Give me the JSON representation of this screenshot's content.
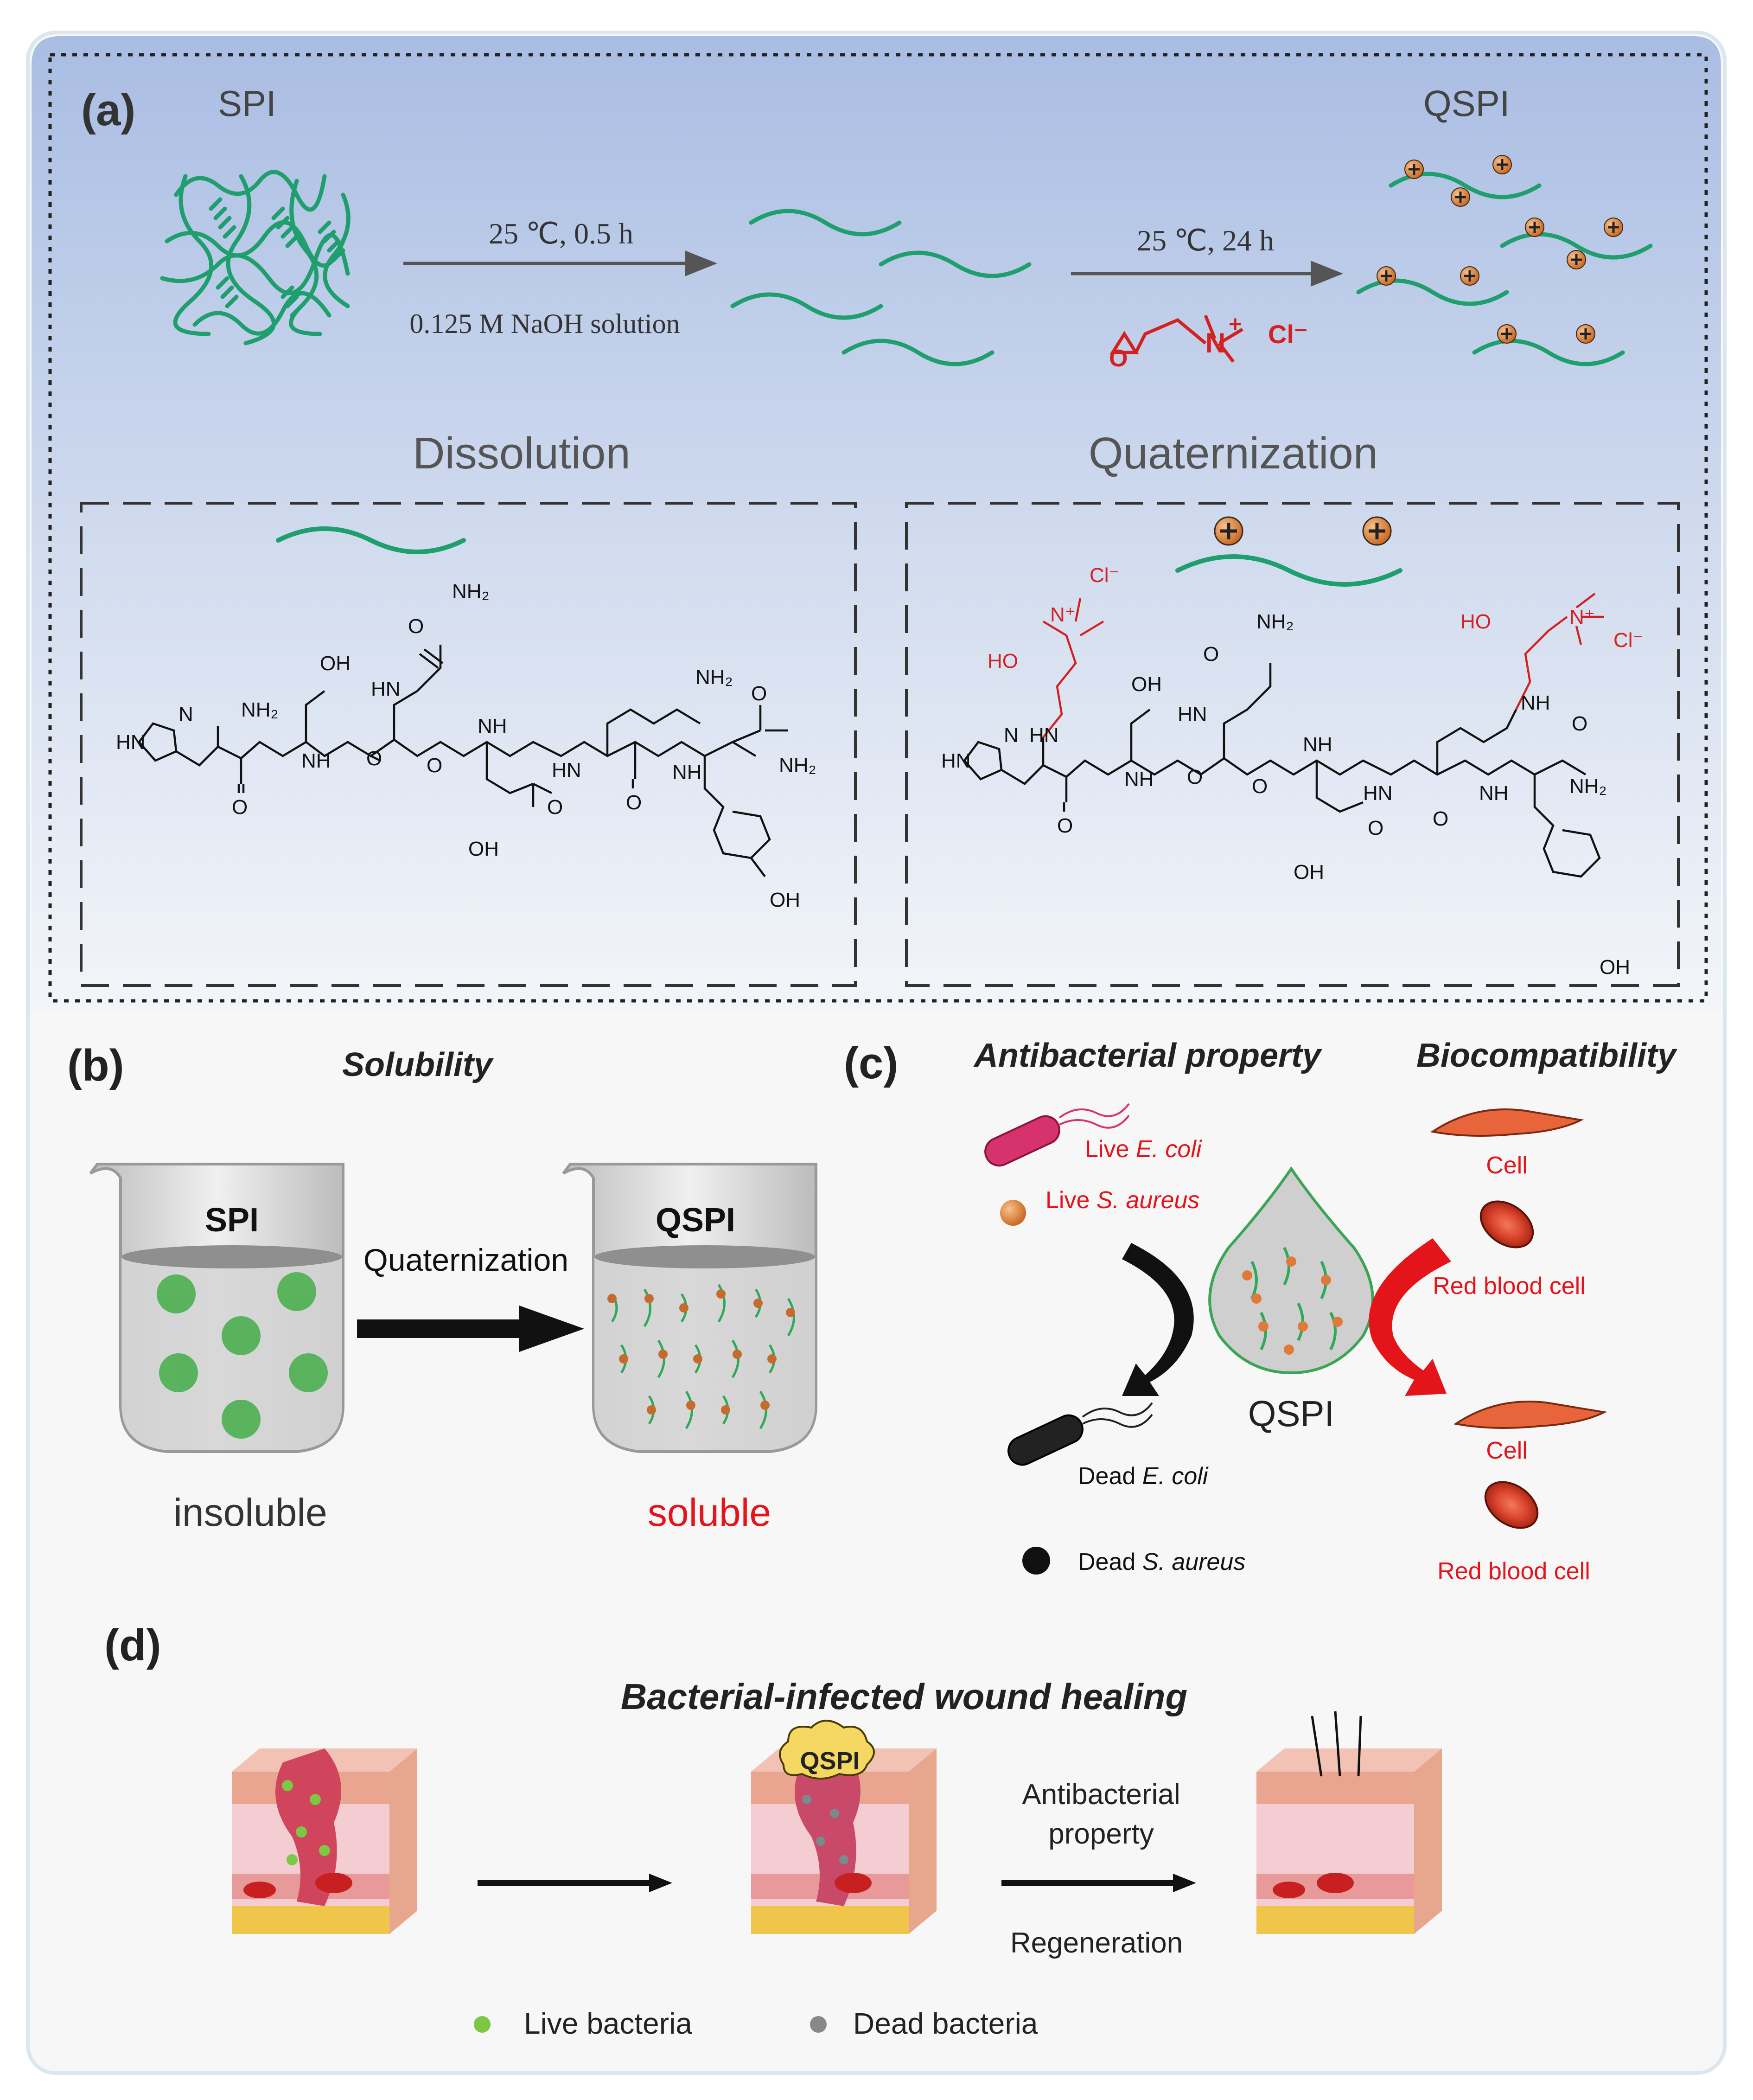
{
  "panel_a": {
    "label": "(a)",
    "spi": "SPI",
    "qspi": "QSPI",
    "step1_cond": "25 ℃, 0.5 h",
    "step1_reagent": "0.125 M NaOH solution",
    "step2_cond": "25 ℃, 24 h",
    "reagent_n": "N",
    "reagent_plus": "+",
    "reagent_cl": "Cl⁻",
    "reagent_o": "O",
    "dissolution": "Dissolution",
    "quaternization": "Quaternization",
    "left_struct": {
      "nh2_top": "NH₂",
      "o_top": "O",
      "oh_ser": "OH",
      "hn_1": "HN",
      "nh2_his": "NH₂",
      "hn_ring": "HN",
      "n_ring": "N",
      "nh_1": "NH",
      "o_1": "O",
      "o_2": "O",
      "nh_2": "NH",
      "o_3": "O",
      "hn_2": "HN",
      "o_4": "O",
      "oh_asp": "OH",
      "o_5": "O",
      "nh2_lys": "NH₂",
      "nh_3": "NH",
      "nh2_end": "NH₂",
      "o_6": "O",
      "oh_tyr": "OH"
    },
    "right_struct": {
      "cl1": "Cl⁻",
      "n1": "N⁺",
      "ho1": "HO",
      "cl2": "Cl⁻",
      "n2": "N⁺",
      "ho2": "HO",
      "nh2_top": "NH₂",
      "o_top": "O",
      "oh_ser": "OH",
      "hn_1": "HN",
      "hn_his": "HN",
      "hn_ring": "HN",
      "n_ring": "N",
      "nh_1": "NH",
      "o_1": "O",
      "o_2": "O",
      "nh_2": "NH",
      "o_3": "O",
      "hn_2": "HN",
      "o_4": "O",
      "oh_asp": "OH",
      "o_5": "O",
      "nh_lys": "NH",
      "nh_3": "NH",
      "nh2_end": "NH₂",
      "o_6": "O",
      "oh_tyr": "OH"
    }
  },
  "panel_b": {
    "label": "(b)",
    "title": "Solubility",
    "spi": "SPI",
    "qspi": "QSPI",
    "arrow": "Quaternization",
    "insoluble": "insoluble",
    "soluble": "soluble"
  },
  "panel_c": {
    "label": "(c)",
    "title_left": "Antibacterial property",
    "title_right": "Biocompatibility",
    "live_ecoli_prefix": "Live ",
    "live_ecoli_species": "E. coli",
    "live_saureus_prefix": "Live ",
    "live_saureus_species": "S. aureus",
    "dead_ecoli_prefix": "Dead ",
    "dead_ecoli_species": "E. coli",
    "dead_saureus_prefix": "Dead ",
    "dead_saureus_species": "S. aureus",
    "qspi": "QSPI",
    "cell_top": "Cell",
    "rbc_top": "Red blood cell",
    "cell_bottom": "Cell",
    "rbc_bottom": "Red blood cell"
  },
  "panel_d": {
    "label": "(d)",
    "title": "Bacterial-infected wound healing",
    "qspi": "QSPI",
    "antibacterial_line1": "Antibacterial",
    "antibacterial_line2": "property",
    "regeneration": "Regeneration",
    "legend_live": "Live bacteria",
    "legend_dead": "Dead bacteria"
  },
  "colors": {
    "green": "#1f9e6e",
    "red": "#e4141b",
    "orange": "#e07a3a",
    "blue_band": "#c7d3ea",
    "dark": "#222222",
    "grey_text": "#555555"
  }
}
